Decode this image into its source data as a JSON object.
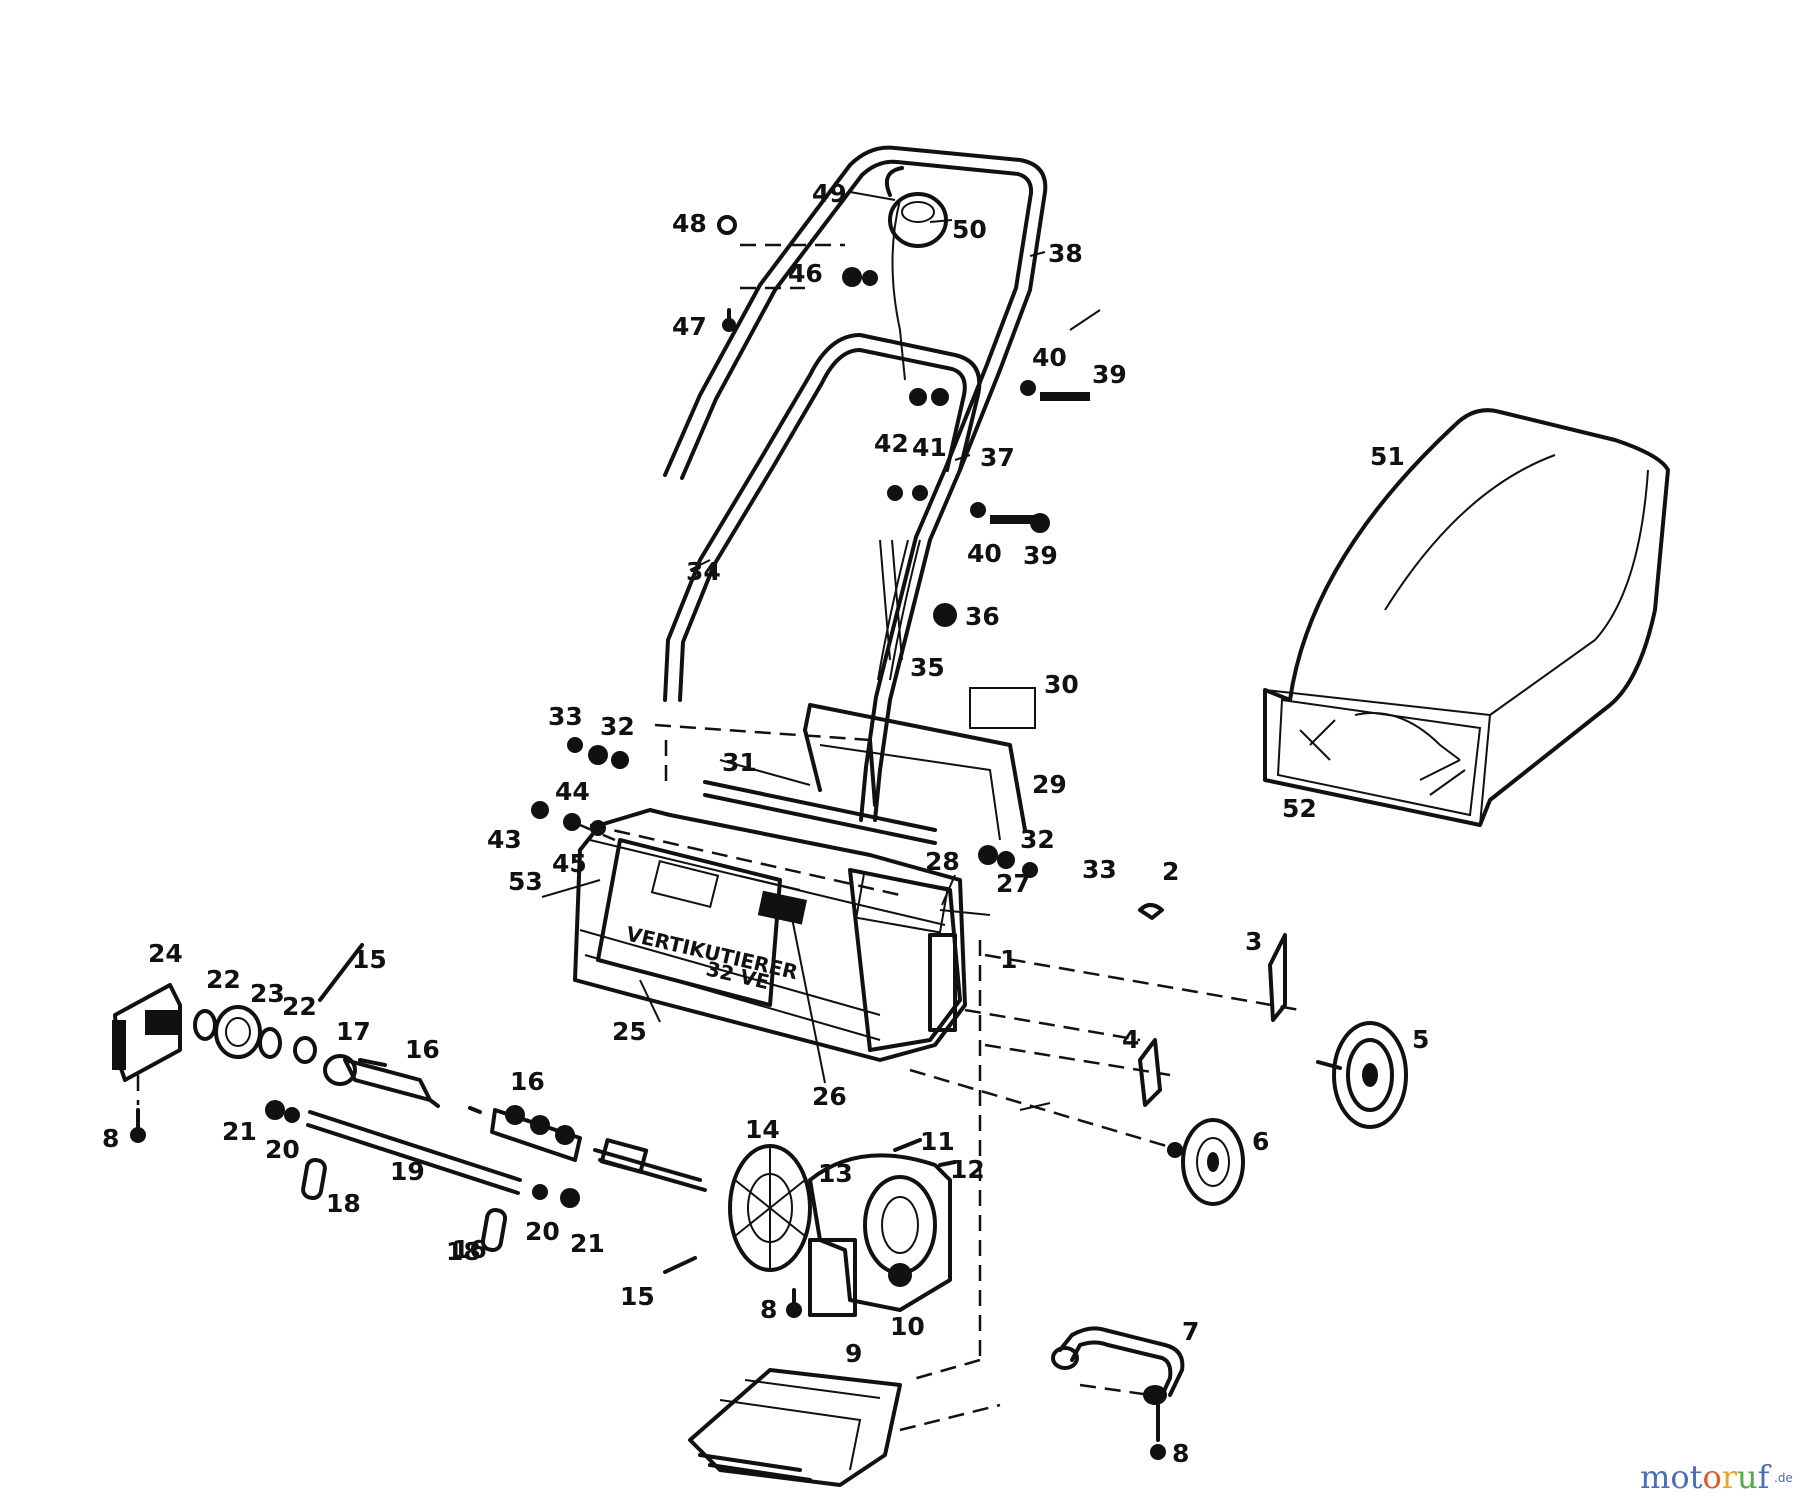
{
  "diagram": {
    "deck_lettering_1": "VERTIKUTIERER",
    "deck_lettering_2": "32 VE",
    "part_numbers": [
      "1",
      "2",
      "3",
      "4",
      "5",
      "6",
      "7",
      "8",
      "8",
      "8",
      "9",
      "10",
      "11",
      "12",
      "13",
      "14",
      "15",
      "15",
      "16",
      "16",
      "16",
      "17",
      "18",
      "18",
      "19",
      "20",
      "20",
      "21",
      "21",
      "22",
      "22",
      "23",
      "24",
      "25",
      "26",
      "27",
      "28",
      "29",
      "30",
      "31",
      "32",
      "32",
      "33",
      "33",
      "34",
      "35",
      "36",
      "37",
      "38",
      "39",
      "39",
      "40",
      "40",
      "41",
      "42",
      "43",
      "44",
      "45",
      "46",
      "47",
      "48",
      "49",
      "50",
      "51",
      "52",
      "53"
    ]
  },
  "watermark": {
    "brand_colored": "motoruf",
    "suffix": ".de",
    "colors": [
      "#4b6fb5",
      "#4b6fb5",
      "#4b6fb5",
      "#e05a2b",
      "#e6a82a",
      "#58a94b",
      "#4b6fb5"
    ]
  }
}
